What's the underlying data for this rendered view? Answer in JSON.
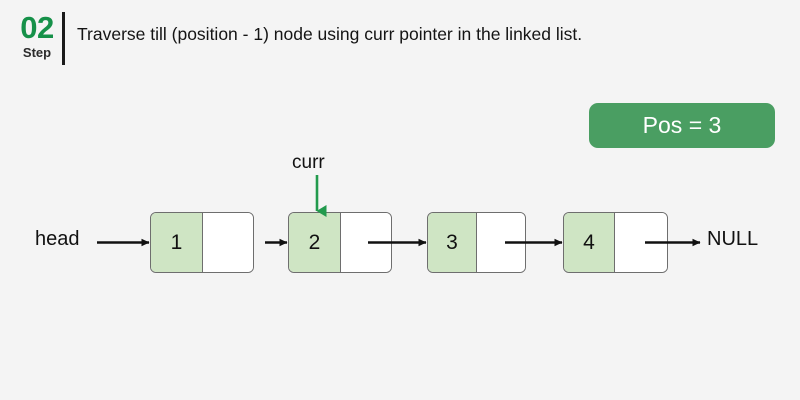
{
  "background_color": "#f4f4f4",
  "header": {
    "step_number": "02",
    "step_word": "Step",
    "instruction": "Traverse till (position - 1) node using curr pointer in the linked list.",
    "accent_color": "#169149"
  },
  "pos_badge": {
    "label": "Pos = 3",
    "background_color": "#4a9e62",
    "text_color": "#ffffff"
  },
  "diagram": {
    "type": "singly-linked-list",
    "head_label": "head",
    "null_label": "NULL",
    "pointer_label": "curr",
    "pointer_target_index": 1,
    "pointer_color": "#229a4d",
    "node_fill_color": "#cfe5c4",
    "node_border_color": "#6e6e6e",
    "arrow_color": "#111111",
    "nodes": [
      {
        "value": "1"
      },
      {
        "value": "2"
      },
      {
        "value": "3"
      },
      {
        "value": "4"
      }
    ]
  }
}
